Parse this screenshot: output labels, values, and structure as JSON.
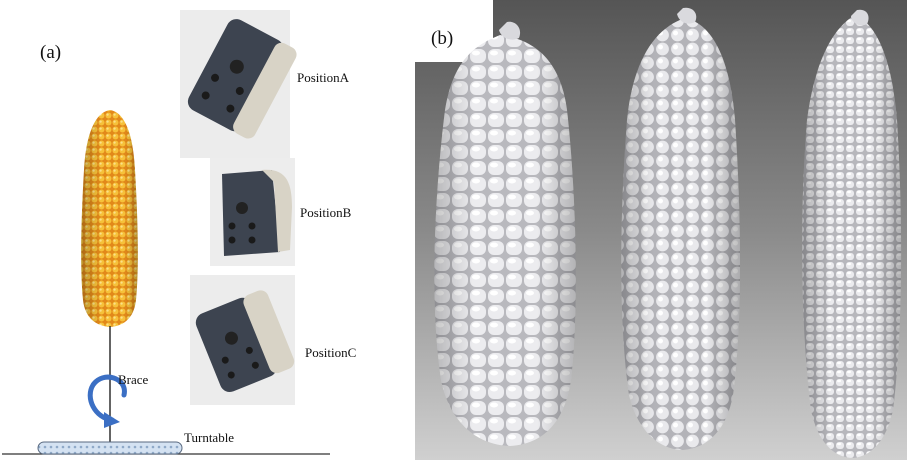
{
  "panel_a": {
    "label": "(a)",
    "positions": [
      "PositionA",
      "PositionB",
      "PositionC"
    ],
    "brace_label": "Brace",
    "turntable_label": "Turntable"
  },
  "panel_b": {
    "label": "(b)"
  },
  "colors": {
    "kernel_yellow": "#f2b52a",
    "kernel_orange": "#e2891a",
    "arrow_blue": "#3b6fc4",
    "scanner_dark": "#3d4450",
    "scanner_light": "#d8d3c6",
    "mesh_gray": "#e4e4e6",
    "bg_gray": "#6e6e6e"
  }
}
